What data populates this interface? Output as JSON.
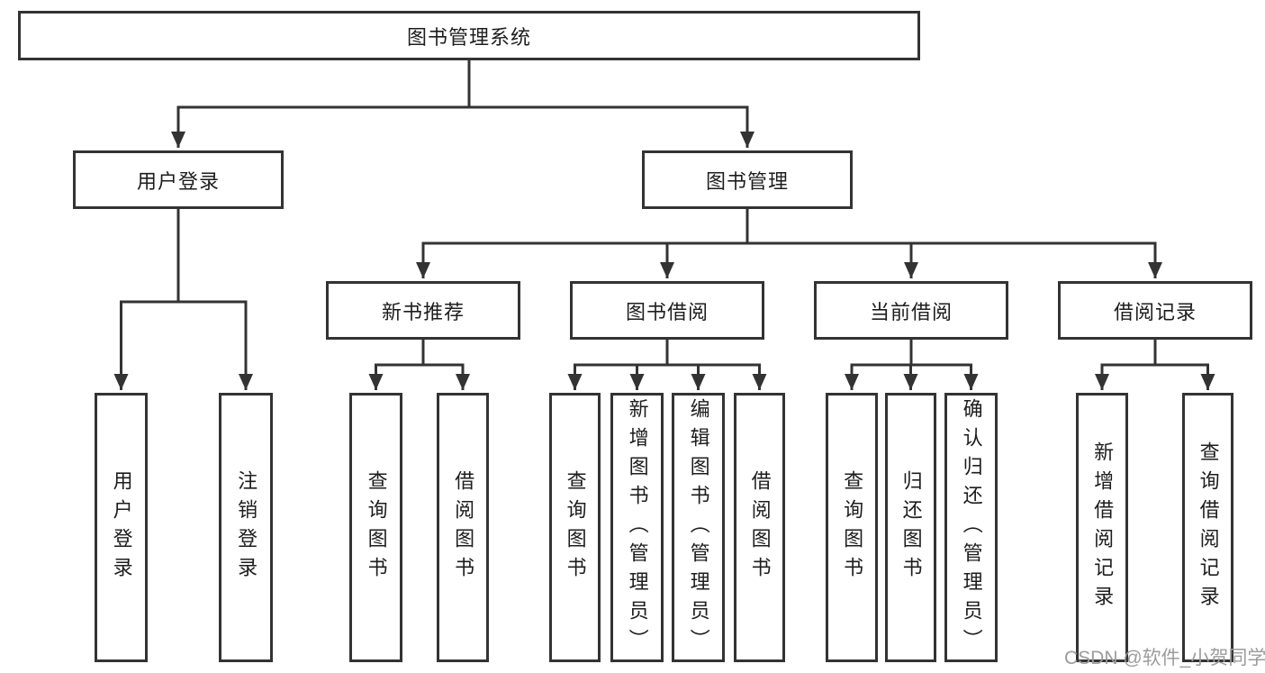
{
  "diagram": {
    "type": "tree",
    "tree": {
      "label": "图书管理系统",
      "children": [
        {
          "label": "用户登录",
          "children": [
            {
              "label": "用户登录"
            },
            {
              "label": "注销登录"
            }
          ]
        },
        {
          "label": "图书管理",
          "children": [
            {
              "label": "新书推荐",
              "children": [
                {
                  "label": "查询图书"
                },
                {
                  "label": "借阅图书"
                }
              ]
            },
            {
              "label": "图书借阅",
              "children": [
                {
                  "label": "查询图书"
                },
                {
                  "label": "新增图书（管理员）"
                },
                {
                  "label": "编辑图书（管理员）"
                },
                {
                  "label": "借阅图书"
                }
              ]
            },
            {
              "label": "当前借阅",
              "children": [
                {
                  "label": "查询图书"
                },
                {
                  "label": "归还图书"
                },
                {
                  "label": "确认归还（管理员）"
                }
              ]
            },
            {
              "label": "借阅记录",
              "children": [
                {
                  "label": "新增借阅记录"
                },
                {
                  "label": "查询借阅记录"
                }
              ]
            }
          ]
        }
      ]
    },
    "colors": {
      "line": "#333333",
      "box_border": "#333333",
      "text": "#1d1d1d",
      "background": "#ffffff",
      "watermark": "#9c9c9c"
    }
  },
  "watermark": {
    "text": "CSDN @软件_小贺同学"
  }
}
